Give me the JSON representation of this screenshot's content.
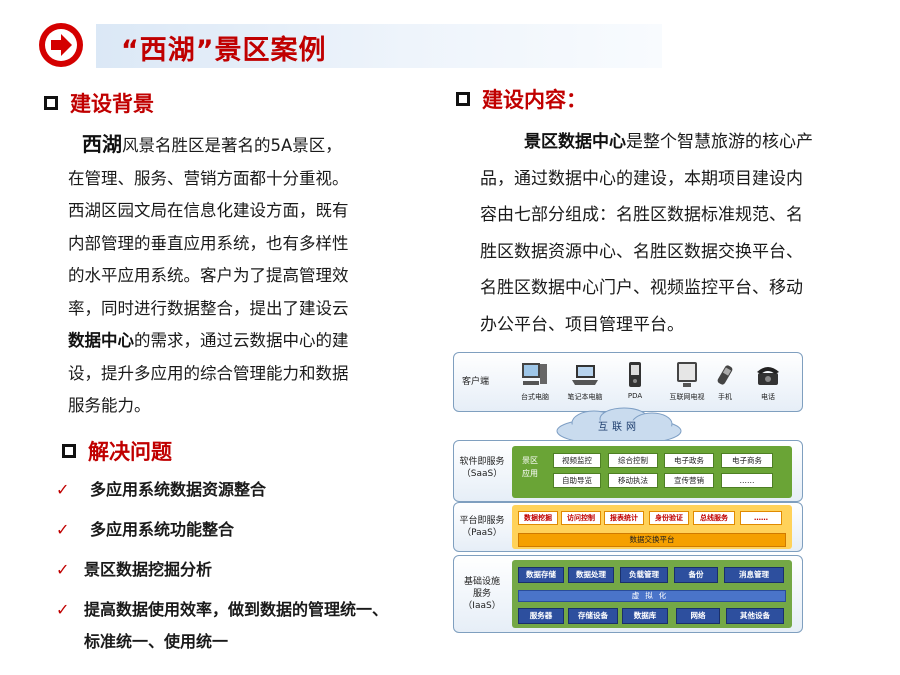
{
  "title": "“西湖”景区案例",
  "left": {
    "background_heading": "建设背景",
    "para_lead": "西湖",
    "para_1": "风景名胜区是著名的5A景区，",
    "para_2": "在管理、服务、营销方面都十分重视。",
    "para_3": "西湖区园文局在信息化建设方面，既有",
    "para_4": "内部管理的垂直应用系统，也有多样性",
    "para_5": "的水平应用系统。客户为了提高管理效",
    "para_6": "率，同时进行数据整合，提出了建设云",
    "para_bold": "数据中心",
    "para_7": "的需求，通过云数据中心的建",
    "para_8": "设，提升多应用的综合管理能力和数据",
    "para_9": "服务能力。",
    "problems_heading": "解决问题",
    "problems": [
      "多应用系统数据资源整合",
      "多应用系统功能整合",
      "景区数据挖掘分析",
      "提高数据使用效率，做到数据的管理统一、",
      "标准统一、使用统一"
    ],
    "check_mark": "✓"
  },
  "right": {
    "content_heading": "建设内容：",
    "lead_bold": "景区数据中心",
    "line_1": "是整个智慧旅游的核心产",
    "line_2": "品，通过数据中心的建设，本期项目建设内",
    "line_3": "容由七部分组成：名胜区数据标准规范、名",
    "line_4": "胜区数据资源中心、名胜区数据交换平台、",
    "line_5": "名胜区数据中心门户、视频监控平台、移动",
    "line_6": "办公平台、项目管理平台。"
  },
  "diagram": {
    "client_label": "客户端",
    "clients": [
      "台式电脑",
      "笔记本电脑",
      "PDA",
      "互联网电视",
      "手机",
      "电话"
    ],
    "internet": "互联网",
    "saas_label_1": "软件即服务",
    "saas_label_2": "（SaaS）",
    "saas_side_1": "景区",
    "saas_side_2": "应用",
    "saas_row1": [
      "视频监控",
      "综合控制",
      "电子政务",
      "电子商务"
    ],
    "saas_row2": [
      "自助导览",
      "移动执法",
      "宣传营销",
      "……"
    ],
    "paas_label_1": "平台即服务",
    "paas_label_2": "（PaaS）",
    "paas_row": [
      "数据挖掘",
      "访问控制",
      "报表统计",
      "身份验证",
      "总线服务",
      "……"
    ],
    "paas_bar": "数据交换平台",
    "iaas_label_1": "基础设施",
    "iaas_label_2": "服务",
    "iaas_label_3": "（IaaS）",
    "iaas_row1": [
      "数据存储",
      "数据处理",
      "负载管理",
      "备份",
      "消息管理"
    ],
    "iaas_bar": "虚拟化",
    "iaas_row2": [
      "服务器",
      "存储设备",
      "数据库",
      "网络",
      "其他设备"
    ]
  },
  "colors": {
    "accent": "#c00000",
    "saas": "#6aa436",
    "paas": "#ffd25a",
    "iaas": "#2d4f9e"
  }
}
